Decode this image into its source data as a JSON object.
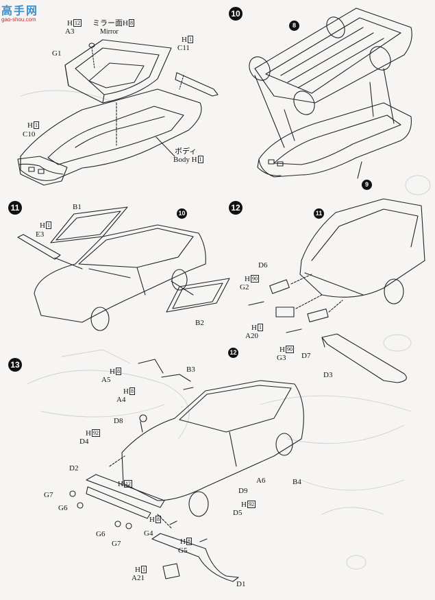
{
  "watermark": {
    "title": "高手网",
    "url": "gao-shou.com"
  },
  "colors": {
    "line": "#222222",
    "ghost": "#c9c9c9",
    "badge": "#111111"
  },
  "steps": [
    {
      "number": "10"
    },
    {
      "number": "11"
    },
    {
      "number": "12"
    },
    {
      "number": "13"
    }
  ],
  "part_refs": [
    {
      "number": "8"
    },
    {
      "number": "9"
    },
    {
      "number": "10"
    },
    {
      "number": "11"
    },
    {
      "number": "12"
    }
  ],
  "labels": {
    "mirror_jp": "ミラー面",
    "mirror_en": "Mirror",
    "body_jp": "ボディ",
    "body_en": "Body",
    "h12": "H",
    "h12_box": "12",
    "h8": "H",
    "h8_box": "8",
    "h1": "H",
    "h1_box": "1",
    "h90": "H",
    "h90_box": "90",
    "h92": "H",
    "h92_box": "92",
    "A3": "A3",
    "G1": "G1",
    "C11": "C11",
    "C10": "C10",
    "B1": "B1",
    "E3": "E3",
    "B2": "B2",
    "D6": "D6",
    "G2": "G2",
    "A20": "A20",
    "G3": "G3",
    "D7": "D7",
    "D3": "D3",
    "A5": "A5",
    "A4": "A4",
    "B3": "B3",
    "D8": "D8",
    "D4": "D4",
    "D2": "D2",
    "G7": "G7",
    "G6": "G6",
    "A6": "A6",
    "D9": "D9",
    "B4": "B4",
    "D5": "D5",
    "G4": "G4",
    "G5": "G5",
    "A21": "A21",
    "D1": "D1"
  }
}
